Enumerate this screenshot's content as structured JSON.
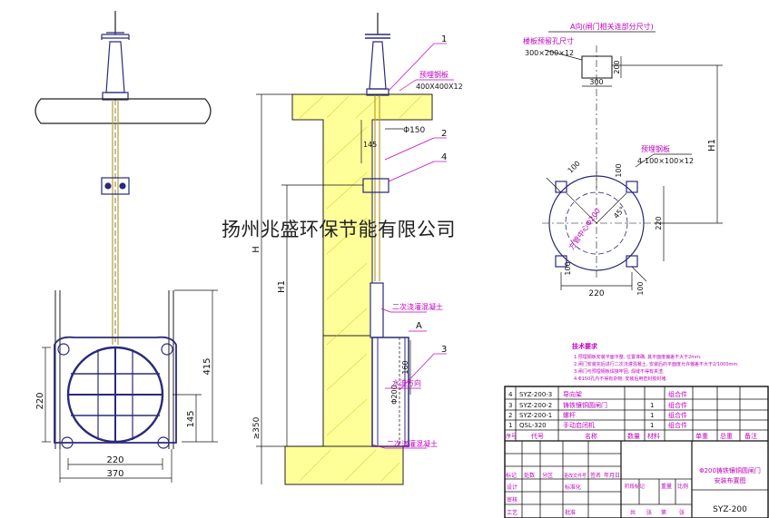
{
  "watermark": "扬州兆盛环保节能有限公司",
  "front_view": {
    "dims": [
      "220",
      "370",
      "220",
      "415",
      "145"
    ]
  },
  "section_view": {
    "callouts": [
      "1",
      "2",
      "4",
      "A",
      "3"
    ],
    "labels": {
      "plate": "预埋钢板",
      "plate_size": "400X400X12",
      "d150": "Φ150",
      "dim_145": "145",
      "H": "H",
      "H1": "H1",
      "grout_top": "二次浇灌混凝土",
      "dim_160": "160",
      "d200": "Φ200",
      "flow": "水流方向",
      "ge350": "≥350",
      "grout_bottom": "二次浇灌混凝土"
    }
  },
  "view_a": {
    "title": "A向(闸门相关连部分尺寸)",
    "hole_label": "楼板预留孔尺寸",
    "hole_size": "300×200×12",
    "dim_200": "200",
    "dim_300": "300",
    "H1": "H1",
    "plate_label": "预埋钢板",
    "plate_size": "4-100×100×12",
    "dim_100a": "100",
    "dim_100b": "100",
    "dim_100c": "100",
    "dim_100d": "100",
    "dim_220v": "220",
    "dim_220h": "220",
    "circle": "方管中心Φ200",
    "angle": "45°"
  },
  "notes": {
    "title": "技术要求",
    "lines": [
      "1.预埋钢板安装平面平整, 位置准确, 其平面度偏差不大于2mm.",
      "2.闸门安装完后进行二次浇灌混凝土, 安装后的平面度允许偏差不大于2/1000mm.",
      "3.闸门与预埋钢板焊接牢固, 焊缝不得有夹渣.",
      "4.Φ150孔内不得有杂物, 安装后用密封胶封堵."
    ]
  },
  "parts": {
    "rows": [
      {
        "no": "4",
        "code": "SYZ-200-3",
        "name": "导向架",
        "qty": "",
        "note": "组合件"
      },
      {
        "no": "3",
        "code": "SYZ-200-2",
        "name": "铸铁镶铜圆闸门",
        "qty": "1",
        "note": "组合件"
      },
      {
        "no": "2",
        "code": "SYZ-200-1",
        "name": "螺杆",
        "qty": "1",
        "note": "组合件"
      },
      {
        "no": "1",
        "code": "QSL-320",
        "name": "手动启闭机",
        "qty": "1",
        "note": "组合件"
      }
    ],
    "header": [
      "序号",
      "代号",
      "名称",
      "数量",
      "材料",
      "单重",
      "总重",
      "备注"
    ]
  },
  "title_block": {
    "drawing_title": "Φ200铸铁镶铜圆闸门",
    "drawing_subtitle": "安装布置图",
    "drawing_no": "SYZ-200",
    "left_labels": [
      "标记",
      "处数",
      "分区",
      "更改文件号",
      "签名",
      "年月日"
    ],
    "row_labels": [
      "设计",
      "标准化",
      "审核",
      "工艺",
      "批准"
    ],
    "stage_labels": [
      "阶段标记",
      "重量",
      "比例"
    ],
    "sheet_labels": [
      "共",
      "张",
      "第",
      "张"
    ]
  }
}
